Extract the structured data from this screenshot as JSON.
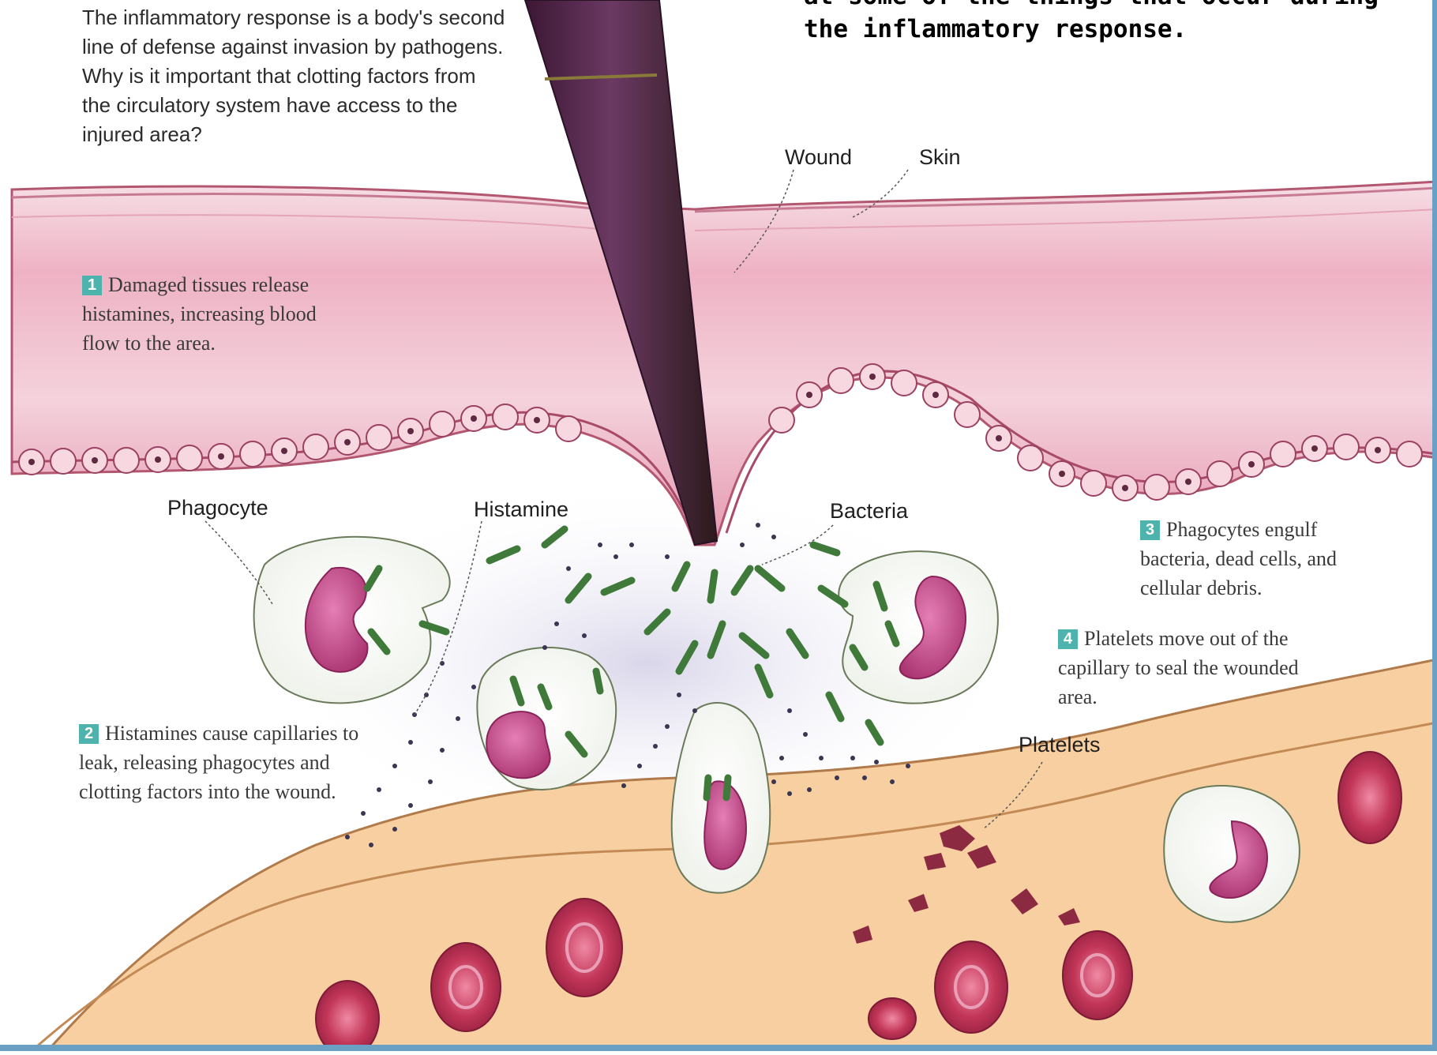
{
  "intro_text": "The inflammatory response is a body's second line of defense against invasion by pathogens. Why is it important that clotting factors from the circulatory system have access to the injured area?",
  "header_text": "at some of the things that occur during the inflammatory response.",
  "labels": {
    "wound": "Wound",
    "skin": "Skin",
    "phagocyte": "Phagocyte",
    "histamine": "Histamine",
    "bacteria": "Bacteria",
    "platelets": "Platelets"
  },
  "steps": [
    {
      "number": "1",
      "text": "Damaged tissues release histamines, increasing blood flow to the area."
    },
    {
      "number": "2",
      "text": "Histamines cause capillaries to leak, releasing phagocytes and clotting factors into the wound."
    },
    {
      "number": "3",
      "text": "Phagocytes engulf bacteria, dead cells, and cellular debris."
    },
    {
      "number": "4",
      "text": "Platelets move out of the capillary to seal the wounded area."
    }
  ]
}
